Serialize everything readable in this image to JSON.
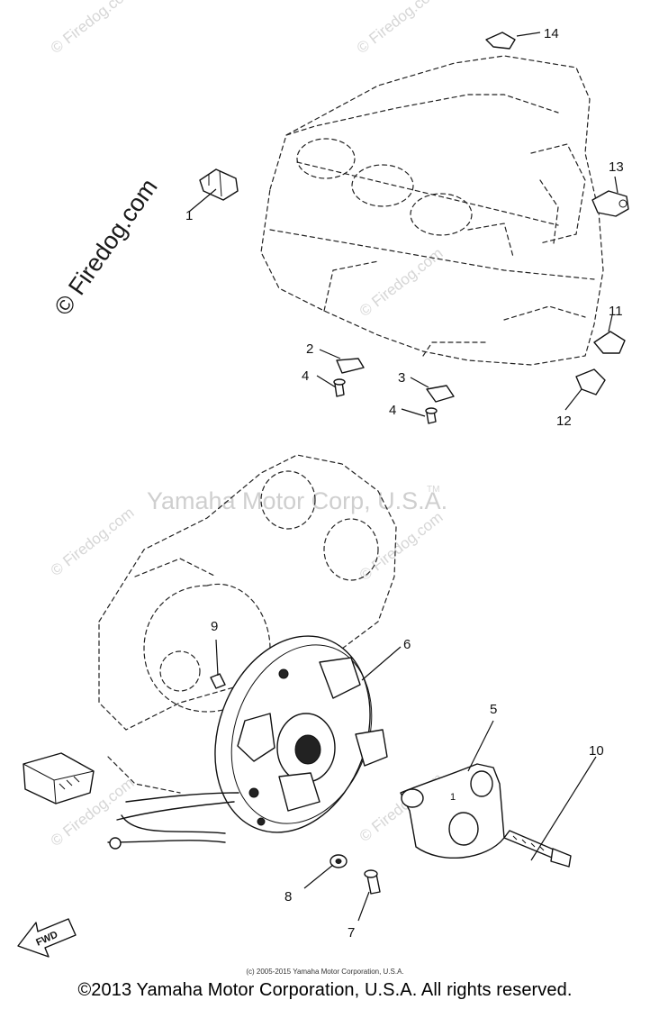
{
  "watermarks": {
    "repeat_text": "© Firedog.com",
    "side_text": "© Firedog.com",
    "center_text": "Yamaha Motor Corp, U.S.A.",
    "center_tm": "TM"
  },
  "callouts": {
    "c1": "1",
    "c1b": "1",
    "c2": "2",
    "c3": "3",
    "c4a": "4",
    "c4b": "4",
    "c5": "5",
    "c6": "6",
    "c7": "7",
    "c8": "8",
    "c9": "9",
    "c10": "10",
    "c11": "11",
    "c12": "12",
    "c13": "13",
    "c14": "14"
  },
  "fwd_label": "FWD",
  "footer": {
    "small": "(c) 2005-2015 Yamaha Motor Corporation, U.S.A.",
    "main": "©2013 Yamaha Motor Corporation, U.S.A. All rights reserved."
  }
}
